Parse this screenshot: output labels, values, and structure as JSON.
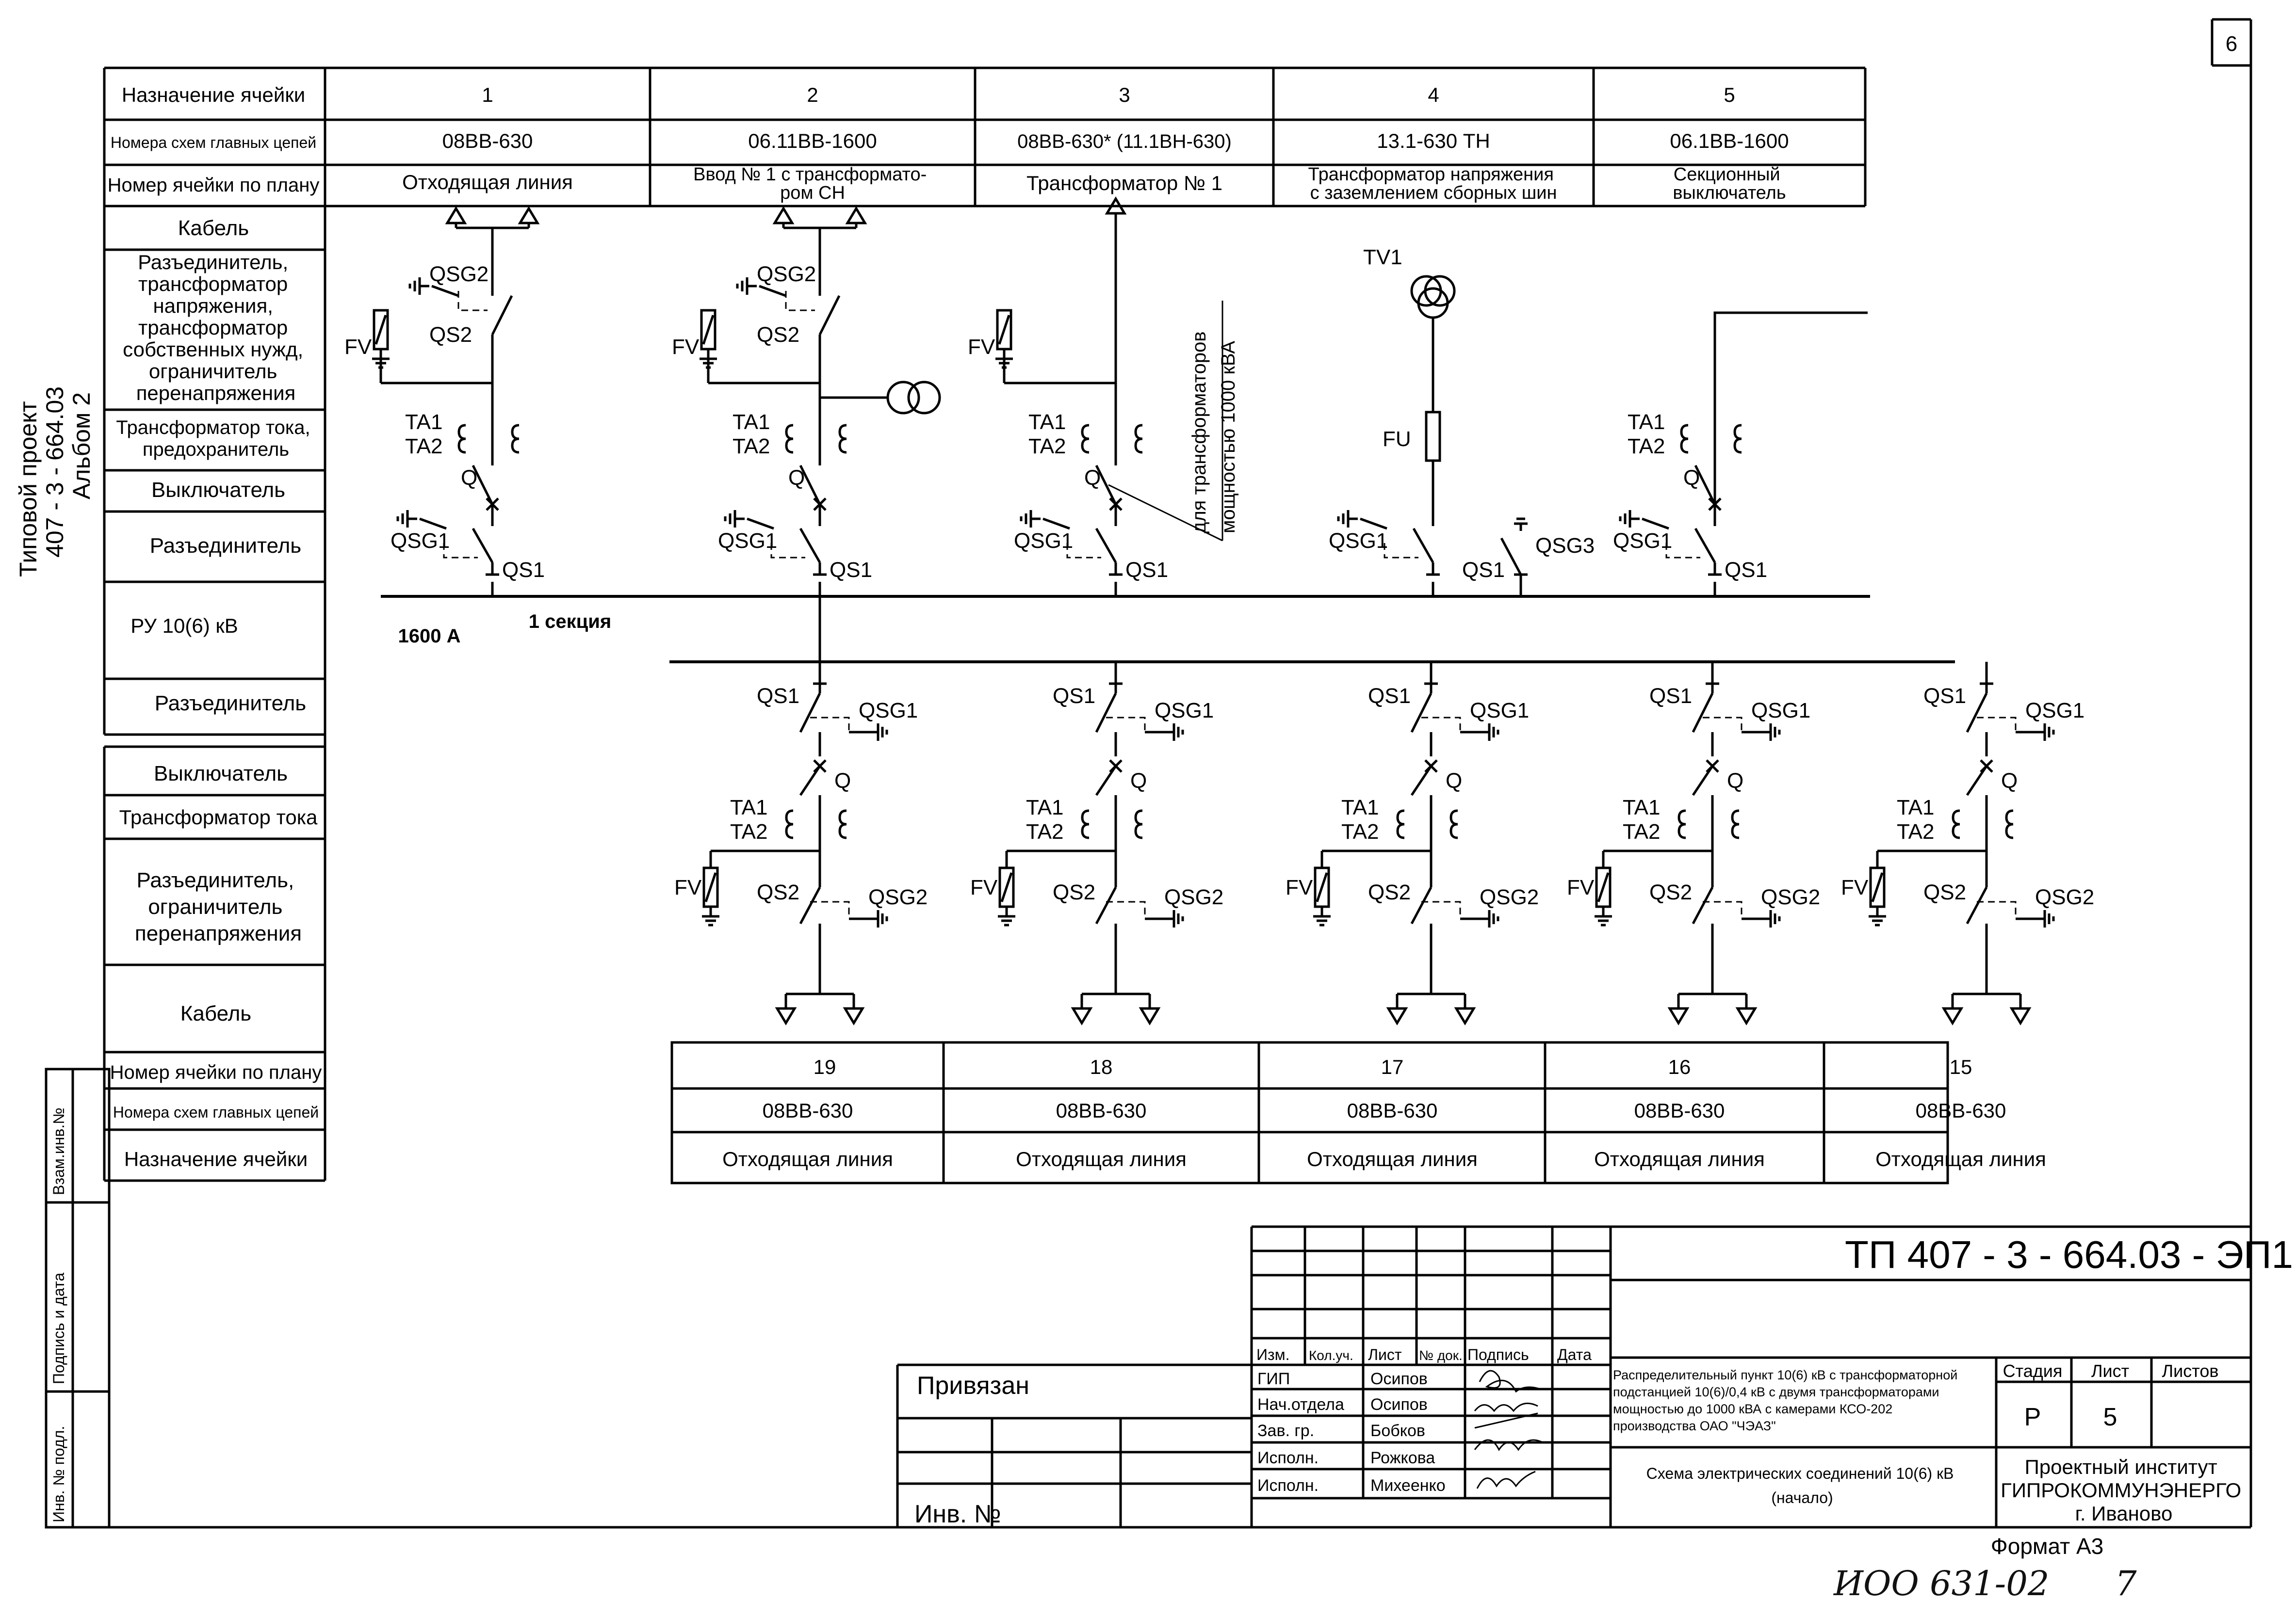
{
  "sheet_number": "6",
  "side": {
    "project_line1": "Типовой проект",
    "project_line2": "407 - 3 - 664.03",
    "album": "Альбом 2"
  },
  "upper_rows": {
    "purpose": "Назначение ячейки",
    "circuit_nums": "Номера схем главных цепей",
    "plan_num": "Номер ячейки по плану",
    "cable": "Кабель",
    "disconnector_block": [
      "Разъединитель,",
      "трансформатор",
      "напряжения,",
      "трансформатор",
      "собственных нужд,",
      "ограничитель",
      "перенапряжения"
    ],
    "ct_fuse": [
      "Трансформатор тока,",
      "предохранитель"
    ],
    "breaker": "Выключатель",
    "disconnector": "Разъединитель"
  },
  "middle": {
    "ru": "РУ 10(6) кВ",
    "current": "1600 А",
    "section": "1 секция"
  },
  "lower_rows": {
    "disconnector": "Разъединитель",
    "breaker": "Выключатель",
    "ct": "Трансформатор тока",
    "disc_arrester": [
      "Разъединитель,",
      "ограничитель",
      "перенапряжения"
    ],
    "cable": "Кабель",
    "plan_num": "Номер ячейки по плану",
    "circuit_nums": "Номера схем главных цепей",
    "purpose": "Назначение ячейки"
  },
  "upper_cells": [
    {
      "num": "1",
      "scheme": "08ВВ-630",
      "name": [
        "Отходящая линия"
      ]
    },
    {
      "num": "2",
      "scheme": "06.11ВВ-1600",
      "name": [
        "Ввод № 1 с трансформато-",
        "ром СН"
      ]
    },
    {
      "num": "3",
      "scheme": "08ВВ-630* (11.1ВН-630)",
      "name": [
        "Трансформатор № 1"
      ]
    },
    {
      "num": "4",
      "scheme": "13.1-630 ТН",
      "name": [
        "Трансформатор напряжения",
        "с заземлением сборных шин"
      ]
    },
    {
      "num": "5",
      "scheme": "06.1ВВ-1600",
      "name": [
        "Секционный",
        "выключатель"
      ]
    }
  ],
  "lower_cells": [
    {
      "num": "19",
      "scheme": "08ВВ-630",
      "name": "Отходящая линия"
    },
    {
      "num": "18",
      "scheme": "08ВВ-630",
      "name": "Отходящая линия"
    },
    {
      "num": "17",
      "scheme": "08ВВ-630",
      "name": "Отходящая линия"
    },
    {
      "num": "16",
      "scheme": "08ВВ-630",
      "name": "Отходящая линия"
    },
    {
      "num": "15",
      "scheme": "08ВВ-630",
      "name": "Отходящая линия"
    }
  ],
  "designations": {
    "qsg2": "QSG2",
    "qs2": "QS2",
    "fv": "FV",
    "ta1": "TA1",
    "ta2": "TA2",
    "q": "Q",
    "qsg1": "QSG1",
    "qs1": "QS1",
    "tv1": "TV1",
    "fu": "FU",
    "qsg3": "QSG3"
  },
  "transformer_note": [
    "для трансформаторов",
    "мощностью 1000 кВА"
  ],
  "left_stamps": [
    "Взам.инв.№",
    "Подпись и дата",
    "Инв. № подл."
  ],
  "title_block": {
    "code": "ТП  407 - 3 - 664.03 -  ЭП1",
    "privyazan": "Привязан",
    "inv": "Инв. №",
    "headers": [
      "Изм.",
      "Кол.уч.",
      "Лист",
      "№ док.",
      "Подпись",
      "Дата"
    ],
    "staff": [
      {
        "role": "ГИП",
        "name": "Осипов"
      },
      {
        "role": "Нач.отдела",
        "name": "Осипов"
      },
      {
        "role": "Зав. гр.",
        "name": "Бобков"
      },
      {
        "role": "Исполн.",
        "name": "Рожкова"
      },
      {
        "role": "Исполн.",
        "name": "Михеенко"
      }
    ],
    "description": [
      "Распределительный пункт 10(6) кВ с трансформаторной",
      "подстанцией 10(6)/0,4 кВ с двумя трансформаторами",
      "мощностью до 1000 кВА с камерами КСО-202",
      "производства ОАО \"ЧЭАЗ\""
    ],
    "drawing_name": [
      "Схема электрических соединений 10(6) кВ",
      "(начало)"
    ],
    "stage_label": "Стадия",
    "sheet_label": "Лист",
    "sheets_label": "Листов",
    "stage": "Р",
    "sheet": "5",
    "institute": [
      "Проектный институт",
      "ГИПРОКОММУНЭНЕРГО",
      "г. Иваново"
    ],
    "format": "Формат А3"
  },
  "handwritten": {
    "archive": "ИОО 631-02",
    "page": "7"
  }
}
